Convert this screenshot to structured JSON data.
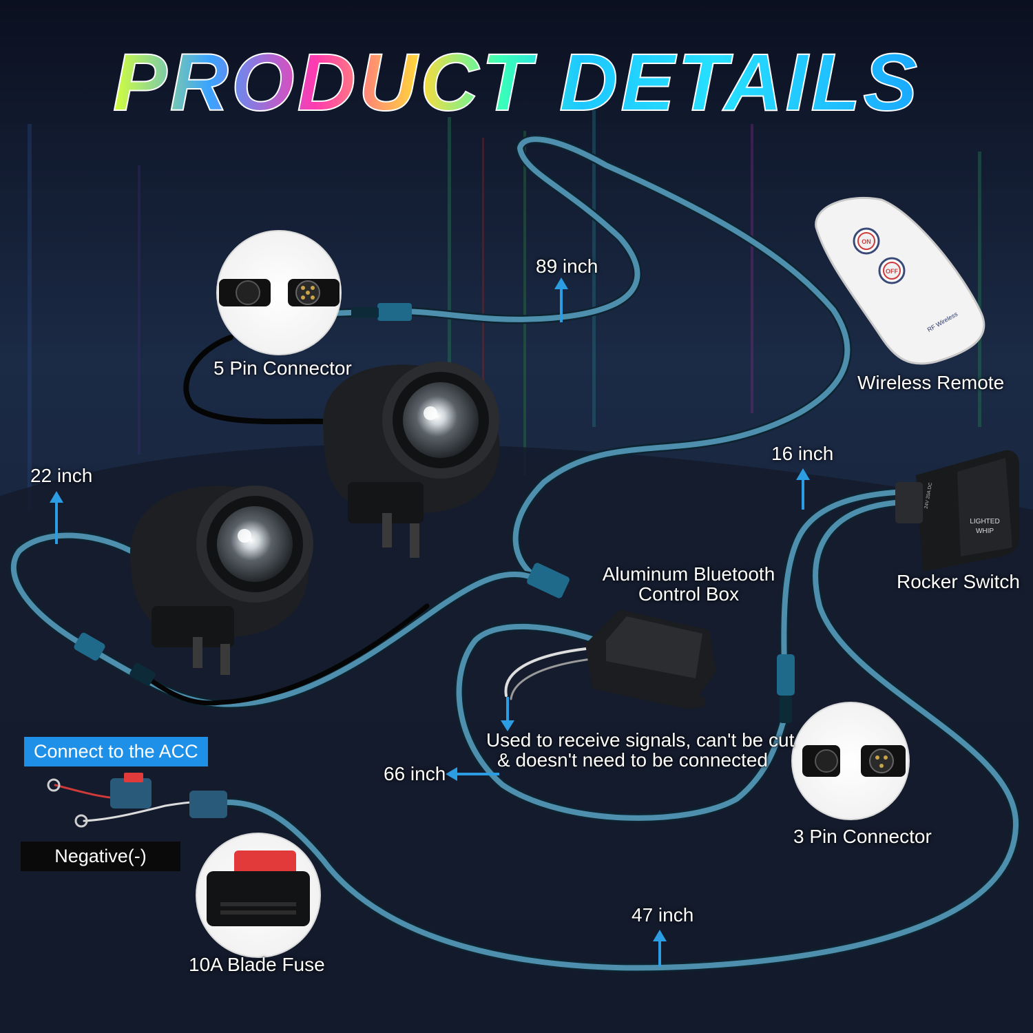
{
  "header": {
    "title": "PRODUCT DETAILS"
  },
  "labels": {
    "five_pin": "5 Pin Connector",
    "three_pin": "3 Pin Connector",
    "fuse": "10A Blade Fuse",
    "remote": "Wireless Remote",
    "rocker": "Rocker Switch",
    "control_box_line1": "Aluminum Bluetooth",
    "control_box_line2": "Control Box",
    "signal_note_line1": "Used to receive signals, can't be cut",
    "signal_note_line2": "& doesn't need to be connected",
    "acc": "Connect to the ACC",
    "negative": "Negative(-)"
  },
  "lengths": {
    "wire_89": "89 inch",
    "wire_22": "22 inch",
    "wire_16": "16 inch",
    "wire_66": "66 inch",
    "wire_47": "47 inch"
  },
  "remote": {
    "on_label": "ON",
    "off_label": "OFF",
    "brand_label": "RF Wireless"
  },
  "rocker_switch": {
    "label_line1": "LIGHTED",
    "label_line2": "WHIP",
    "rating": "24V 20A DC"
  },
  "colors": {
    "background": "#121a2c",
    "wire": "#4f8fae",
    "arrow": "#2d9de3",
    "acc_chip": "#1e90e8",
    "negative_chip": "#0a0a0a"
  }
}
